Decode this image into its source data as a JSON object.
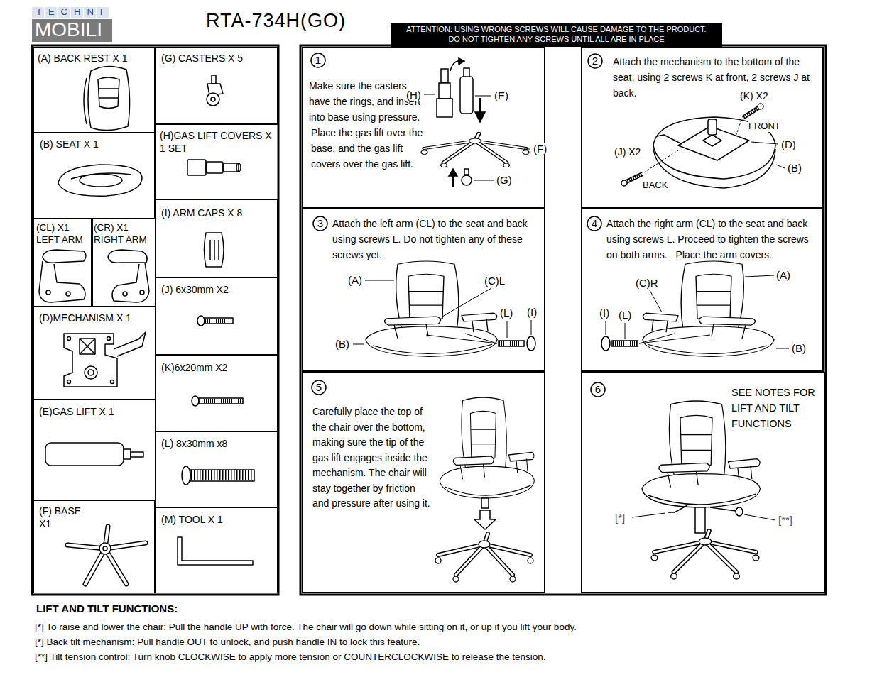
{
  "diagram": {
    "title": "RTA-734H(GO)",
    "nodes": [
      {
        "text": [
          "ATTENTION: USING WRONG SCREWS WILL CAUSE DAMAGE TO THE PRODUCT.",
          "DO NOT TIGHTEN ANY SCREWS UNTIL ALL ARE IN PLACE"
        ]
      },
      {
        "text": [
          "(A) BACK REST X 1"
        ]
      },
      {
        "text": [
          "(B) SEAT X 1"
        ]
      },
      {
        "text": [
          "(CL) X1 LEFT ARM"
        ]
      },
      {
        "text": [
          "(CR) X1 RIGHT ARM"
        ]
      },
      {
        "text": [
          "(D)MECHANISM X 1"
        ]
      },
      {
        "text": [
          "(E)GAS LIFT X 1"
        ]
      },
      {
        "text": [
          "(F) BASE X1"
        ]
      },
      {
        "text": [
          "(G) CASTERS X 5"
        ]
      },
      {
        "text": [
          "(H)GAS LIFT COVERS X 1 SET"
        ]
      },
      {
        "text": [
          "(I) ARM CAPS X 8"
        ]
      },
      {
        "text": [
          "(J) 6x30mm X2"
        ]
      },
      {
        "text": [
          "(K)6x20mm X2"
        ]
      },
      {
        "text": [
          "(L) 8x30mm x8"
        ]
      },
      {
        "text": [
          "(M) TOOL X 1"
        ]
      },
      {
        "text": [
          "Make sure the casters have the rings, and insert into base using pressure.",
          "Place the gas lift over the base, and the gas lift covers over the gas lift."
        ]
      },
      {
        "text": [
          "1"
        ],
        "in": 15
      },
      {
        "text": [
          "Attach the mechanism to the bottom of the seat, using 2 screws K at front, 2 screws J at back."
        ]
      },
      {
        "text": [
          "2"
        ],
        "in": 17
      },
      {
        "text": [
          "Attach the left arm (CL) to the seat and back using screws L. Do not tighten any of these screws yet."
        ]
      },
      {
        "text": [
          "3"
        ],
        "in": 19
      },
      {
        "text": [
          "Attach the right arm (CL) to the seat and back using screws L. Proceed to tighten the screws on both arms.",
          "Place the arm covers."
        ]
      },
      {
        "text": [
          "4"
        ],
        "in": 21
      },
      {
        "text": [
          "Carefully place the top of the chair over the bottom, making sure the tip of the gas lift engages inside the mechanism. The chair will stay together by friction and pressure after using it."
        ]
      },
      {
        "text": [
          "5"
        ],
        "in": 23
      },
      {
        "text": [
          "SEE NOTES FOR LIFT AND TILT FUNCTIONS"
        ]
      },
      {
        "text": [
          "6"
        ],
        "in": 25
      }
    ],
    "labels": [
      "TECHNI",
      "MOBILI",
      "(H)",
      "(E)",
      "(F)",
      "(G)",
      "(K) X2",
      "FRONT",
      "(D)",
      "(J) X2",
      "BACK",
      "(B)",
      "(A)",
      "(C)L",
      "(L)",
      "(I)",
      "(B)",
      "(C)R",
      "(A)",
      "(I)",
      "(L)",
      "(B)",
      "[*]",
      "[**]",
      "LIFT AND TILT FUNCTIONS:",
      "[*] To raise and lower the chair: Pull the handle UP with force. The chair will go down while sitting on it, or up if you lift your body.",
      "[*] Back tilt mechanism: Pull handle OUT to unlock, and push handle IN to lock this feature.",
      "[**] Tilt tension control: Turn knob CLOCKWISE to apply more tension or COUNTERCLOCKWISE to release the tension."
    ]
  }
}
